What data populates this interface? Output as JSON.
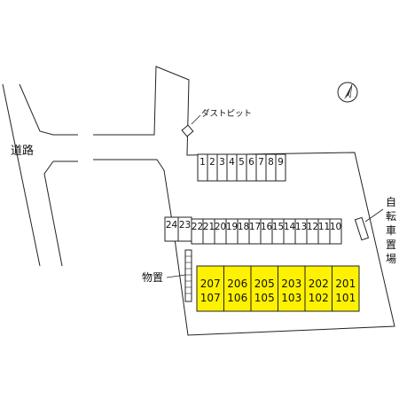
{
  "labels": {
    "road": "道路",
    "dust_pit": "ダストピット",
    "bicycle_parking": "自転車置場",
    "storage": "物置"
  },
  "parking_top_row": [
    "1",
    "2",
    "3",
    "4",
    "5",
    "6",
    "7",
    "8",
    "9"
  ],
  "parking_left_pair": [
    "24",
    "23"
  ],
  "parking_bottom_row": [
    "22",
    "21",
    "20",
    "19",
    "18",
    "17",
    "16",
    "15",
    "14",
    "13",
    "12",
    "11",
    "10"
  ],
  "units": [
    {
      "upper": "207",
      "lower": "107"
    },
    {
      "upper": "206",
      "lower": "106"
    },
    {
      "upper": "205",
      "lower": "105"
    },
    {
      "upper": "203",
      "lower": "103"
    },
    {
      "upper": "202",
      "lower": "102"
    },
    {
      "upper": "201",
      "lower": "101"
    }
  ],
  "compass": "north-arrow-icon",
  "colors": {
    "unit_fill": "#fff200",
    "line": "#222222",
    "background": "#ffffff"
  }
}
